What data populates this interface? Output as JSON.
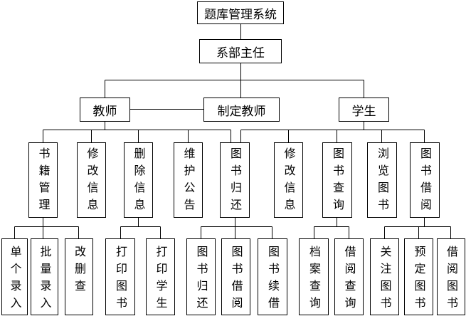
{
  "system": {
    "label": "题库管理系统",
    "director": {
      "label": "系部主任",
      "teacher": {
        "label": "教师",
        "functions": [
          {
            "label": "书籍管理",
            "subfunctions": [
              "单个录入",
              "批量录入",
              "改删查"
            ]
          },
          {
            "label": "修改信息"
          },
          {
            "label": "删除信息",
            "subfunctions": [
              "打印图书",
              "打印学生"
            ]
          },
          {
            "label": "维护公告"
          },
          {
            "label": "图书归还",
            "subfunctions": [
              "图书归还",
              "图书借阅",
              "图书续借"
            ]
          }
        ]
      },
      "designated_teacher": {
        "label": "制定教师"
      },
      "student": {
        "label": "学生",
        "functions": [
          {
            "label": "修改信息"
          },
          {
            "label": "图书查询",
            "subfunctions": [
              "档案查询",
              "借阅查询"
            ]
          },
          {
            "label": "浏览图书"
          },
          {
            "label": "图书借阅",
            "subfunctions": [
              "关注图书",
              "预定图书",
              "借阅图书"
            ]
          }
        ]
      }
    }
  }
}
